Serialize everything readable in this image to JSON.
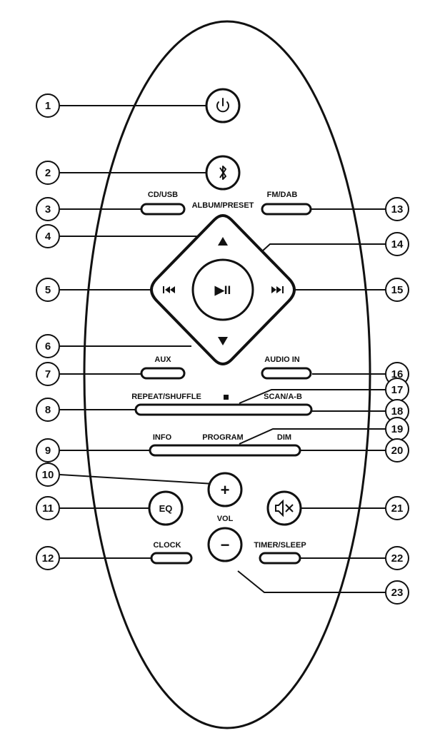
{
  "labels": {
    "cd_usb": "CD/USB",
    "album_preset": "ALBUM/PRESET",
    "fm_dab": "FM/DAB",
    "aux": "AUX",
    "audio_in": "AUDIO IN",
    "repeat_shuffle": "REPEAT/SHUFFLE",
    "scan_ab": "SCAN/A-B",
    "info": "INFO",
    "program": "PROGRAM",
    "dim": "DIM",
    "eq": "EQ",
    "vol": "VOL",
    "clock": "CLOCK",
    "timer_sleep": "TIMER/SLEEP",
    "vol_up": "+",
    "vol_down": "−",
    "play_pause": "▶II"
  },
  "callouts": [
    "1",
    "2",
    "3",
    "4",
    "5",
    "6",
    "7",
    "8",
    "9",
    "10",
    "11",
    "12",
    "13",
    "14",
    "15",
    "16",
    "17",
    "18",
    "19",
    "20",
    "21",
    "22",
    "23"
  ],
  "icons": {
    "power": "power-icon",
    "bluetooth": "bluetooth-icon",
    "up": "up-arrow-icon",
    "down": "down-arrow-icon",
    "prev": "previous-track-icon",
    "next": "next-track-icon",
    "stop": "stop-icon",
    "mute": "mute-icon"
  }
}
